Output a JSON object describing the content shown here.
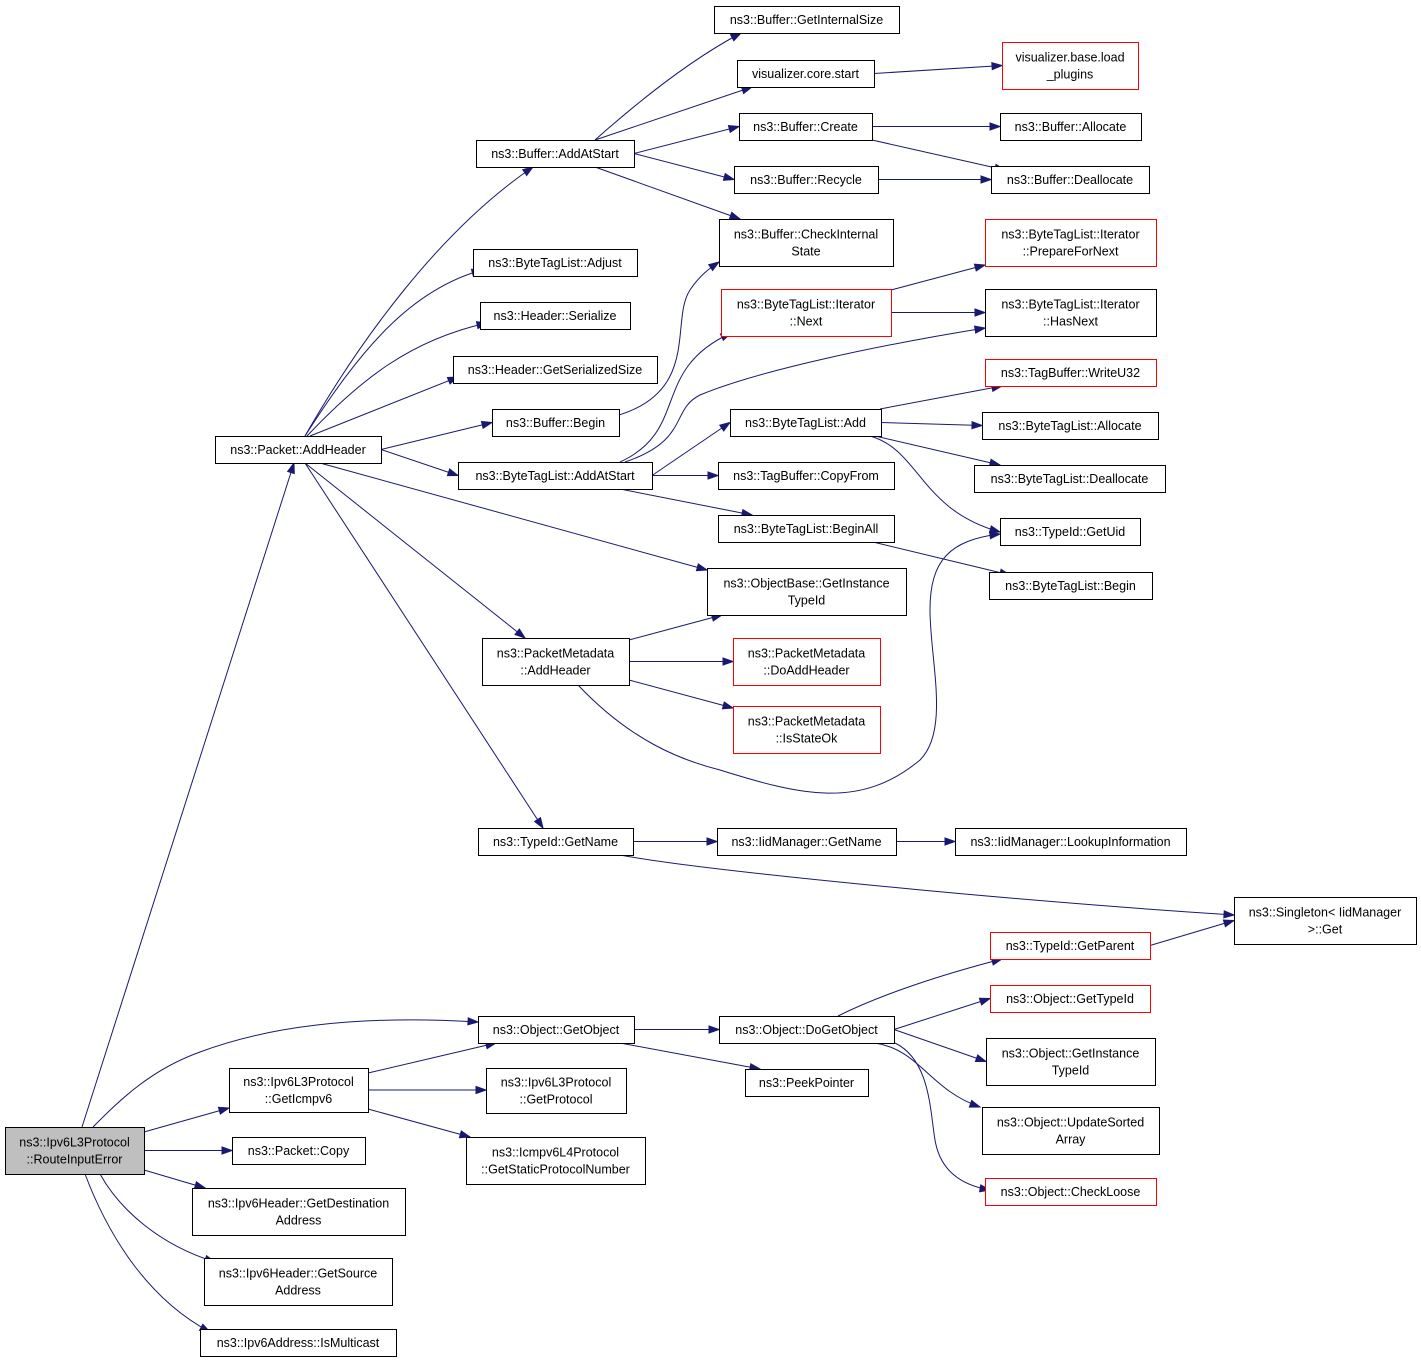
{
  "colors": {
    "edge": "#191970",
    "root_fill": "#bfbfbf",
    "normal_border": "#000000",
    "truncated_border": "#ff0000"
  },
  "nodes": [
    {
      "id": "root",
      "lines": [
        "ns3::Ipv6L3Protocol",
        "::RouteInputError"
      ],
      "style": "root"
    },
    {
      "id": "pkt_addheader",
      "lines": [
        "ns3::Packet::AddHeader"
      ],
      "style": "normal"
    },
    {
      "id": "buf_addatstart",
      "lines": [
        "ns3::Buffer::AddAtStart"
      ],
      "style": "normal"
    },
    {
      "id": "btl_adjust",
      "lines": [
        "ns3::ByteTagList::Adjust"
      ],
      "style": "normal"
    },
    {
      "id": "hdr_serialize",
      "lines": [
        "ns3::Header::Serialize"
      ],
      "style": "normal"
    },
    {
      "id": "hdr_getsersize",
      "lines": [
        "ns3::Header::GetSerializedSize"
      ],
      "style": "normal"
    },
    {
      "id": "buf_begin",
      "lines": [
        "ns3::Buffer::Begin"
      ],
      "style": "normal"
    },
    {
      "id": "btl_addatstart",
      "lines": [
        "ns3::ByteTagList::AddAtStart"
      ],
      "style": "normal"
    },
    {
      "id": "pm_addheader",
      "lines": [
        "ns3::PacketMetadata",
        "::AddHeader"
      ],
      "style": "normal"
    },
    {
      "id": "typeid_getname",
      "lines": [
        "ns3::TypeId::GetName"
      ],
      "style": "normal"
    },
    {
      "id": "buf_getinternalsize",
      "lines": [
        "ns3::Buffer::GetInternalSize"
      ],
      "style": "normal"
    },
    {
      "id": "viz_core_start",
      "lines": [
        "visualizer.core.start"
      ],
      "style": "normal"
    },
    {
      "id": "viz_load_plugins",
      "lines": [
        "visualizer.base.load",
        "_plugins"
      ],
      "style": "truncated"
    },
    {
      "id": "buf_create",
      "lines": [
        "ns3::Buffer::Create"
      ],
      "style": "normal"
    },
    {
      "id": "buf_allocate",
      "lines": [
        "ns3::Buffer::Allocate"
      ],
      "style": "normal"
    },
    {
      "id": "buf_recycle",
      "lines": [
        "ns3::Buffer::Recycle"
      ],
      "style": "normal"
    },
    {
      "id": "buf_deallocate",
      "lines": [
        "ns3::Buffer::Deallocate"
      ],
      "style": "normal"
    },
    {
      "id": "buf_checkinternal",
      "lines": [
        "ns3::Buffer::CheckInternal",
        "State"
      ],
      "style": "normal"
    },
    {
      "id": "btl_it_preparefornext",
      "lines": [
        "ns3::ByteTagList::Iterator",
        "::PrepareForNext"
      ],
      "style": "truncated"
    },
    {
      "id": "btl_it_next",
      "lines": [
        "ns3::ByteTagList::Iterator",
        "::Next"
      ],
      "style": "truncated"
    },
    {
      "id": "btl_it_hasnext",
      "lines": [
        "ns3::ByteTagList::Iterator",
        "::HasNext"
      ],
      "style": "normal"
    },
    {
      "id": "tagbuf_writeu32",
      "lines": [
        "ns3::TagBuffer::WriteU32"
      ],
      "style": "truncated"
    },
    {
      "id": "btl_add",
      "lines": [
        "ns3::ByteTagList::Add"
      ],
      "style": "normal"
    },
    {
      "id": "btl_allocate",
      "lines": [
        "ns3::ByteTagList::Allocate"
      ],
      "style": "normal"
    },
    {
      "id": "btl_deallocate",
      "lines": [
        "ns3::ByteTagList::Deallocate"
      ],
      "style": "normal"
    },
    {
      "id": "tagbuf_copyfrom",
      "lines": [
        "ns3::TagBuffer::CopyFrom"
      ],
      "style": "normal"
    },
    {
      "id": "typeid_getuid",
      "lines": [
        "ns3::TypeId::GetUid"
      ],
      "style": "normal"
    },
    {
      "id": "btl_beginall",
      "lines": [
        "ns3::ByteTagList::BeginAll"
      ],
      "style": "normal"
    },
    {
      "id": "btl_begin",
      "lines": [
        "ns3::ByteTagList::Begin"
      ],
      "style": "normal"
    },
    {
      "id": "objbase_getinstancetypeid",
      "lines": [
        "ns3::ObjectBase::GetInstance",
        "TypeId"
      ],
      "style": "normal"
    },
    {
      "id": "pm_doaddheader",
      "lines": [
        "ns3::PacketMetadata",
        "::DoAddHeader"
      ],
      "style": "truncated"
    },
    {
      "id": "pm_isstateok",
      "lines": [
        "ns3::PacketMetadata",
        "::IsStateOk"
      ],
      "style": "truncated"
    },
    {
      "id": "iidmgr_getname",
      "lines": [
        "ns3::IidManager::GetName"
      ],
      "style": "normal"
    },
    {
      "id": "iidmgr_lookup",
      "lines": [
        "ns3::IidManager::LookupInformation"
      ],
      "style": "normal"
    },
    {
      "id": "singleton_get",
      "lines": [
        "ns3::Singleton< IidManager",
        ">::Get"
      ],
      "style": "normal"
    },
    {
      "id": "typeid_getparent",
      "lines": [
        "ns3::TypeId::GetParent"
      ],
      "style": "truncated"
    },
    {
      "id": "obj_getobject",
      "lines": [
        "ns3::Object::GetObject"
      ],
      "style": "normal"
    },
    {
      "id": "obj_dogetobject",
      "lines": [
        "ns3::Object::DoGetObject"
      ],
      "style": "normal"
    },
    {
      "id": "obj_gettypeid",
      "lines": [
        "ns3::Object::GetTypeId"
      ],
      "style": "truncated"
    },
    {
      "id": "obj_getinstancetypeid",
      "lines": [
        "ns3::Object::GetInstance",
        "TypeId"
      ],
      "style": "normal"
    },
    {
      "id": "ipv6l3_geticmpv6",
      "lines": [
        "ns3::Ipv6L3Protocol",
        "::GetIcmpv6"
      ],
      "style": "normal"
    },
    {
      "id": "peekpointer",
      "lines": [
        "ns3::PeekPointer"
      ],
      "style": "normal"
    },
    {
      "id": "ipv6l3_getprotocol",
      "lines": [
        "ns3::Ipv6L3Protocol",
        "::GetProtocol"
      ],
      "style": "normal"
    },
    {
      "id": "obj_updatesorted",
      "lines": [
        "ns3::Object::UpdateSorted",
        "Array"
      ],
      "style": "normal"
    },
    {
      "id": "icmpv6l4_getstatic",
      "lines": [
        "ns3::Icmpv6L4Protocol",
        "::GetStaticProtocolNumber"
      ],
      "style": "normal"
    },
    {
      "id": "pkt_copy",
      "lines": [
        "ns3::Packet::Copy"
      ],
      "style": "normal"
    },
    {
      "id": "obj_checkloose",
      "lines": [
        "ns3::Object::CheckLoose"
      ],
      "style": "truncated"
    },
    {
      "id": "ipv6hdr_getdest",
      "lines": [
        "ns3::Ipv6Header::GetDestination",
        "Address"
      ],
      "style": "normal"
    },
    {
      "id": "ipv6hdr_getsrc",
      "lines": [
        "ns3::Ipv6Header::GetSource",
        "Address"
      ],
      "style": "normal"
    },
    {
      "id": "ipv6addr_ismulticast",
      "lines": [
        "ns3::Ipv6Address::IsMulticast"
      ],
      "style": "normal"
    }
  ],
  "edges": [
    [
      "root",
      "pkt_addheader"
    ],
    [
      "root",
      "obj_getobject"
    ],
    [
      "root",
      "ipv6l3_geticmpv6"
    ],
    [
      "root",
      "pkt_copy"
    ],
    [
      "root",
      "ipv6hdr_getdest"
    ],
    [
      "root",
      "ipv6hdr_getsrc"
    ],
    [
      "root",
      "ipv6addr_ismulticast"
    ],
    [
      "pkt_addheader",
      "buf_addatstart"
    ],
    [
      "pkt_addheader",
      "btl_adjust"
    ],
    [
      "pkt_addheader",
      "hdr_serialize"
    ],
    [
      "pkt_addheader",
      "hdr_getsersize"
    ],
    [
      "pkt_addheader",
      "buf_begin"
    ],
    [
      "pkt_addheader",
      "btl_addatstart"
    ],
    [
      "pkt_addheader",
      "objbase_getinstancetypeid"
    ],
    [
      "pkt_addheader",
      "pm_addheader"
    ],
    [
      "pkt_addheader",
      "typeid_getname"
    ],
    [
      "buf_addatstart",
      "buf_getinternalsize"
    ],
    [
      "buf_addatstart",
      "viz_core_start"
    ],
    [
      "buf_addatstart",
      "buf_create"
    ],
    [
      "buf_addatstart",
      "buf_recycle"
    ],
    [
      "buf_addatstart",
      "buf_checkinternal"
    ],
    [
      "viz_core_start",
      "viz_load_plugins"
    ],
    [
      "buf_create",
      "buf_allocate"
    ],
    [
      "buf_create",
      "buf_deallocate"
    ],
    [
      "buf_recycle",
      "buf_deallocate"
    ],
    [
      "buf_begin",
      "buf_checkinternal"
    ],
    [
      "btl_addatstart",
      "btl_it_next"
    ],
    [
      "btl_addatstart",
      "btl_it_hasnext"
    ],
    [
      "btl_addatstart",
      "btl_add"
    ],
    [
      "btl_addatstart",
      "tagbuf_copyfrom"
    ],
    [
      "btl_addatstart",
      "btl_beginall"
    ],
    [
      "btl_it_next",
      "btl_it_preparefornext"
    ],
    [
      "btl_it_next",
      "btl_it_hasnext"
    ],
    [
      "btl_add",
      "tagbuf_writeu32"
    ],
    [
      "btl_add",
      "btl_allocate"
    ],
    [
      "btl_add",
      "btl_deallocate"
    ],
    [
      "btl_add",
      "typeid_getuid"
    ],
    [
      "btl_beginall",
      "btl_begin"
    ],
    [
      "pm_addheader",
      "objbase_getinstancetypeid"
    ],
    [
      "pm_addheader",
      "pm_doaddheader"
    ],
    [
      "pm_addheader",
      "pm_isstateok"
    ],
    [
      "pm_addheader",
      "typeid_getuid"
    ],
    [
      "typeid_getname",
      "iidmgr_getname"
    ],
    [
      "typeid_getname",
      "singleton_get"
    ],
    [
      "iidmgr_getname",
      "iidmgr_lookup"
    ],
    [
      "typeid_getparent",
      "singleton_get"
    ],
    [
      "obj_getobject",
      "obj_dogetobject"
    ],
    [
      "obj_getobject",
      "peekpointer"
    ],
    [
      "obj_dogetobject",
      "typeid_getparent"
    ],
    [
      "obj_dogetobject",
      "obj_gettypeid"
    ],
    [
      "obj_dogetobject",
      "obj_getinstancetypeid"
    ],
    [
      "obj_dogetobject",
      "obj_updatesorted"
    ],
    [
      "obj_dogetobject",
      "obj_checkloose"
    ],
    [
      "ipv6l3_geticmpv6",
      "obj_getobject"
    ],
    [
      "ipv6l3_geticmpv6",
      "ipv6l3_getprotocol"
    ],
    [
      "ipv6l3_geticmpv6",
      "icmpv6l4_getstatic"
    ]
  ]
}
